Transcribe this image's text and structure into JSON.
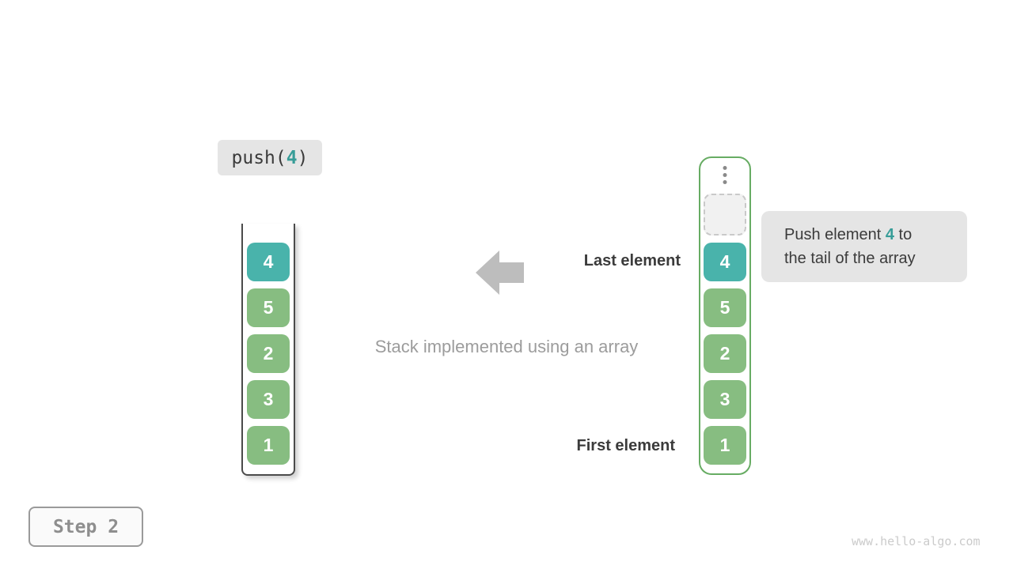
{
  "push_call": {
    "prefix": "push(",
    "arg": "4",
    "suffix": ")"
  },
  "stacks": {
    "left": {
      "items": [
        "4",
        "5",
        "2",
        "3",
        "1"
      ]
    },
    "right": {
      "items": [
        "4",
        "5",
        "2",
        "3",
        "1"
      ]
    }
  },
  "icons": {
    "arrow": "left-arrow",
    "ellipsis": "vertical-ellipsis"
  },
  "labels": {
    "last_element": "Last element",
    "first_element": "First element",
    "caption": "Stack implemented using an array"
  },
  "tooltip": {
    "line1_prefix": "Push element ",
    "arg": "4",
    "line1_suffix": " to",
    "line2": "the tail of the array"
  },
  "step_badge": {
    "label": "Step 2"
  },
  "watermark": "www.hello-algo.com",
  "colors": {
    "highlight_teal": "#49b3ab",
    "accent_text_teal": "#379d98",
    "element_green": "#87bd81",
    "container_green_border": "#67ac63",
    "container_dark_border": "#4b4b4b",
    "label_bg": "#e5e5e5",
    "arrow_gray": "#bdbdbd",
    "caption_gray": "#9c9c9c",
    "text_dark": "#3b3b3b",
    "step_text": "#8e8e8e",
    "step_border": "#9a9a9a",
    "watermark_gray": "#cbcbcb",
    "dashed_fill": "#f1f1f1",
    "dashed_border": "#c9c9c9",
    "dots_gray": "#8a8a8a"
  }
}
